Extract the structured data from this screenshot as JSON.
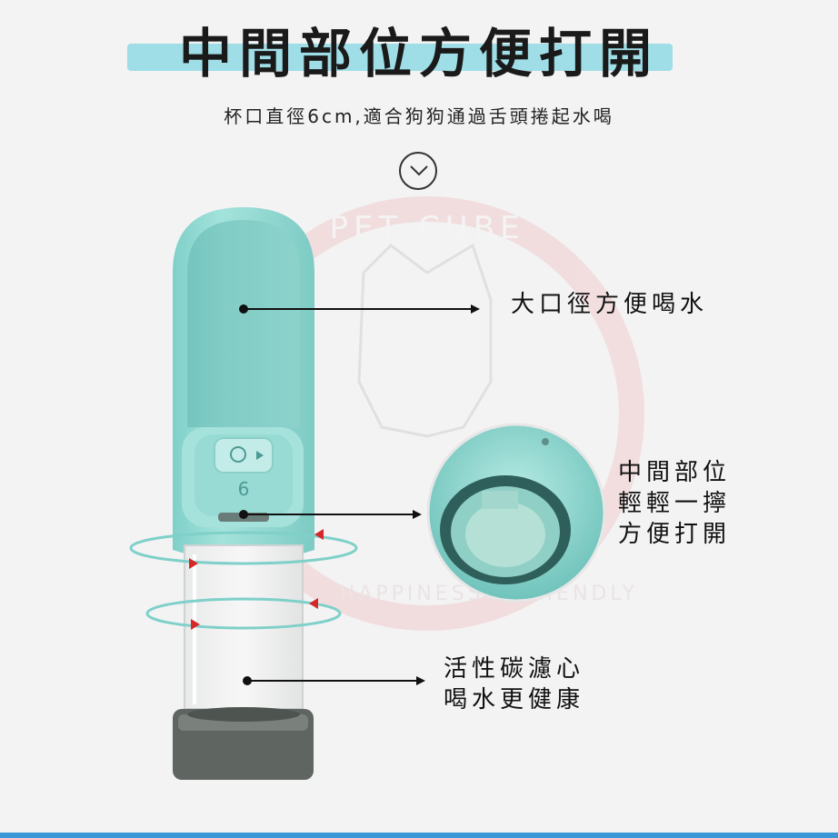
{
  "header": {
    "title": "中間部位方便打開",
    "subtitle": "杯口直徑6cm,適合狗狗通過舌頭捲起水喝"
  },
  "watermark": {
    "top_text": "PET CUBE",
    "bottom_text": "SIMPLE · HAPPINESS · FRIENDLY"
  },
  "bottle": {
    "cap_number": "6"
  },
  "callouts": {
    "wide_mouth": "大口徑方便喝水",
    "middle_open": [
      "中間部位",
      "輕輕一擰",
      "方便打開"
    ],
    "filter": [
      "活性碳濾心",
      "喝水更健康"
    ]
  },
  "colors": {
    "bottle_teal": "#8fd9d2",
    "cap_gray": "#5f6561",
    "arrow_red": "#d62828",
    "title_band": "#8fd8e4"
  },
  "icons": {
    "scroll": "chevron-down-icon",
    "button": "cat-face-icon"
  }
}
